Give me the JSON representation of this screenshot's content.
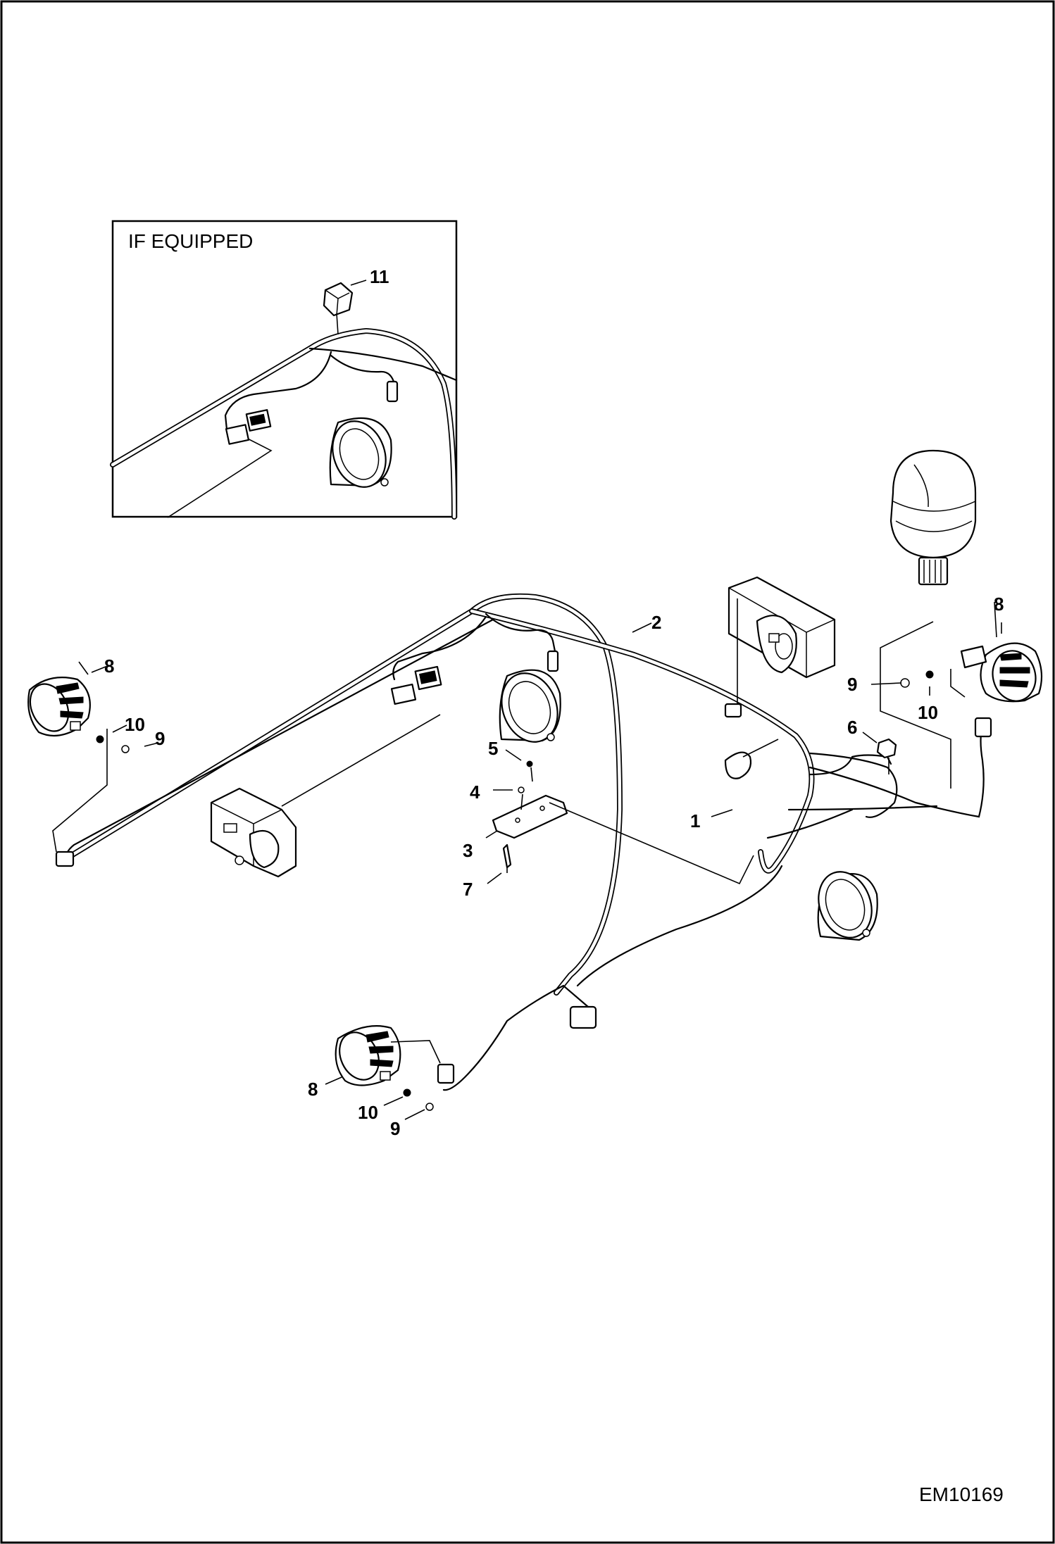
{
  "inset": {
    "title": "IF EQUIPPED",
    "callout": "11"
  },
  "callouts": {
    "clamp": "1",
    "harness": "2",
    "plate": "3",
    "washer": "4",
    "nut_small": "5",
    "nut_large": "6",
    "bolt": "7",
    "lamp_right": "8",
    "lamp_left": "8",
    "lamp_bottom": "8",
    "nut_right": "9",
    "nut_left": "9",
    "nut_bottom": "9",
    "washer_right": "10",
    "washer_left": "10",
    "washer_bottom": "10"
  },
  "drawing_id": "EM10169"
}
